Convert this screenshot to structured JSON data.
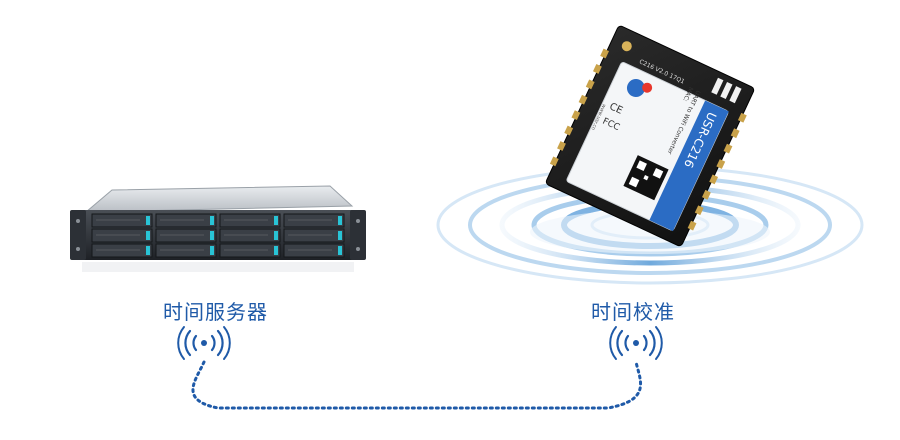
{
  "labels": {
    "server": "时间服务器",
    "sync": "时间校准"
  },
  "module": {
    "model": "USR-C216",
    "subtitle": "UART to WiFi Converter",
    "mac_prefix": "MAC:",
    "revision": "C216 V2.0 17Q1",
    "website": "www.usr.cn",
    "cert_marks": [
      "CE",
      "FCC"
    ]
  },
  "icons": [
    "server-icon",
    "wifi-module-icon",
    "wireless-signal-icon",
    "ripple-rings-icon",
    "dotted-connection-line"
  ],
  "colors": {
    "label_blue": "#1f5aa8",
    "connector_blue": "#1f5aa8",
    "ring_blue": "#9ec6e8",
    "module_label_blue": "#2b6cc4",
    "server_led": "#29c4d6"
  }
}
